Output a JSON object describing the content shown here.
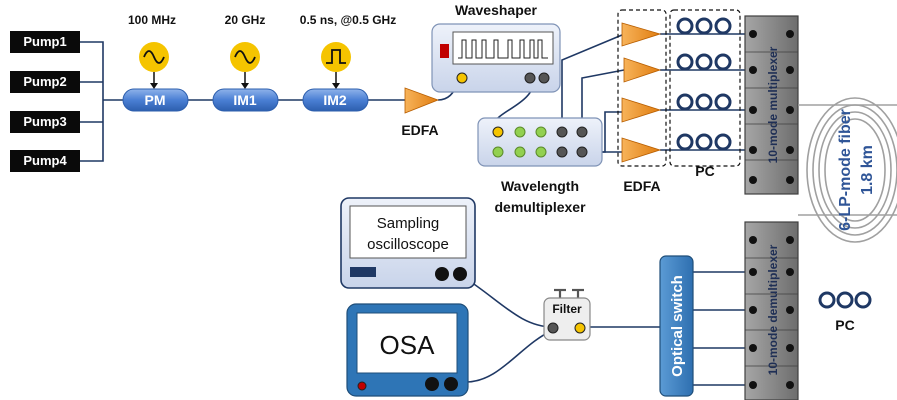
{
  "pumps": [
    "Pump1",
    "Pump2",
    "Pump3",
    "Pump4"
  ],
  "modulators": {
    "pm": {
      "label": "PM",
      "signal": "100 MHz",
      "signal_icon": "sine-wave-icon"
    },
    "im1": {
      "label": "IM1",
      "signal": "20 GHz",
      "signal_icon": "sine-wave-icon"
    },
    "im2": {
      "label": "IM2",
      "signal": "0.5 ns, @0.5 GHz",
      "signal_icon": "pulse-icon"
    }
  },
  "labels": {
    "edfa_main": "EDFA",
    "waveshaper": "Waveshaper",
    "wavelength_demux_line1": "Wavelength",
    "wavelength_demux_line2": "demultiplexer",
    "edfa_array": "EDFA",
    "pc_array": "PC",
    "mux": "10-mode multiplexer",
    "fiber_line1": "6-LP-mode fiber",
    "fiber_line2": "1.8 km",
    "pc_fiber": "PC",
    "demux": "10-mode demultiplexer",
    "optical_switch": "Optical switch",
    "filter": "Filter",
    "scope_line1": "Sampling",
    "scope_line2": "oscilloscope",
    "osa": "OSA"
  },
  "colors": {
    "pump_box": "#0a0a0a",
    "modulator_blue": "#4a7fd4",
    "signal_yellow": "#f5c400",
    "amplifier_orange": "#e8821e",
    "fiber_line": "#1f3864",
    "mux_gray": "#7f7f7f",
    "equipment_panel": "#dde5f3",
    "switch_blue": "#2e75b6"
  }
}
